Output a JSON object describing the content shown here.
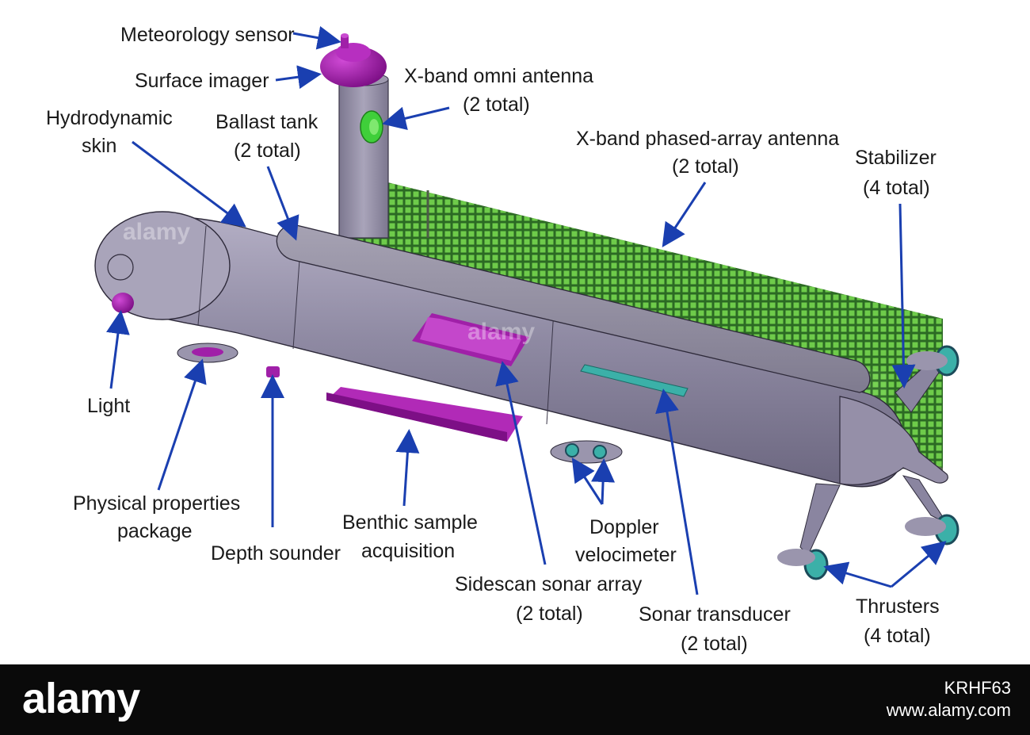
{
  "labels": {
    "meteorology_sensor": "Meteorology sensor",
    "surface_imager": "Surface imager",
    "xband_omni_antenna": [
      "X-band omni antenna",
      "(2 total)"
    ],
    "hydrodynamic_skin": [
      "Hydrodynamic",
      "skin"
    ],
    "ballast_tank": [
      "Ballast tank",
      "(2 total)"
    ],
    "xband_phased_array_antenna": [
      "X-band phased-array antenna",
      "(2 total)"
    ],
    "stabilizer": [
      "Stabilizer",
      "(4 total)"
    ],
    "light": "Light",
    "physical_properties_package": [
      "Physical properties",
      "package"
    ],
    "depth_sounder": "Depth sounder",
    "benthic_sample_acquisition": [
      "Benthic sample",
      "acquisition"
    ],
    "doppler_velocimeter": [
      "Doppler",
      "velocimeter"
    ],
    "sidescan_sonar_array": [
      "Sidescan sonar array",
      "(2 total)"
    ],
    "sonar_transducer": [
      "Sonar transducer",
      "(2 total)"
    ],
    "thrusters": [
      "Thrusters",
      "(4 total)"
    ]
  },
  "watermark": {
    "text": "alamy"
  },
  "footer": {
    "brand": "alamy",
    "image_id": "KRHF63",
    "site": "www.alamy.com"
  },
  "colors": {
    "hull": "#8f8aa3",
    "hull_dark": "#6f6a82",
    "instrument": "#a020a8",
    "antenna_panel": "#2e7d22",
    "antenna_cell": "#6fd04a",
    "omni_antenna": "#3fcf3a",
    "transducer": "#3bb0a8",
    "arrow": "#1a3fb0"
  }
}
